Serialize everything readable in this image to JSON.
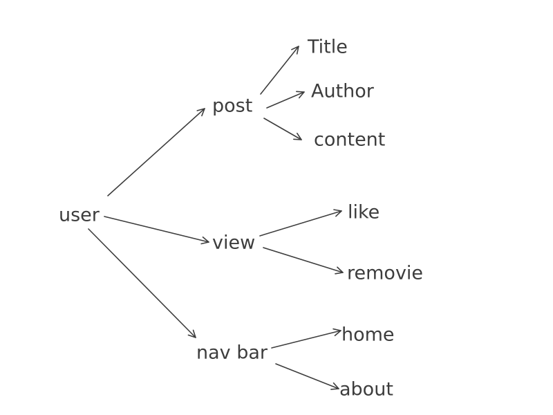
{
  "nodes": {
    "user": "user",
    "post": "post",
    "view": "view",
    "navbar": "nav bar",
    "title": "Title",
    "author": "Author",
    "content": "content",
    "like": "like",
    "removie": "removie",
    "home": "home",
    "about": "about"
  },
  "edges": [
    {
      "from": "user",
      "to": "post"
    },
    {
      "from": "user",
      "to": "view"
    },
    {
      "from": "user",
      "to": "navbar"
    },
    {
      "from": "post",
      "to": "title"
    },
    {
      "from": "post",
      "to": "author"
    },
    {
      "from": "post",
      "to": "content"
    },
    {
      "from": "view",
      "to": "like"
    },
    {
      "from": "view",
      "to": "removie"
    },
    {
      "from": "navbar",
      "to": "home"
    },
    {
      "from": "navbar",
      "to": "about"
    }
  ],
  "colors": {
    "text": "#3d3d3d",
    "arrow": "#3d3d3d",
    "background": "#ffffff"
  }
}
